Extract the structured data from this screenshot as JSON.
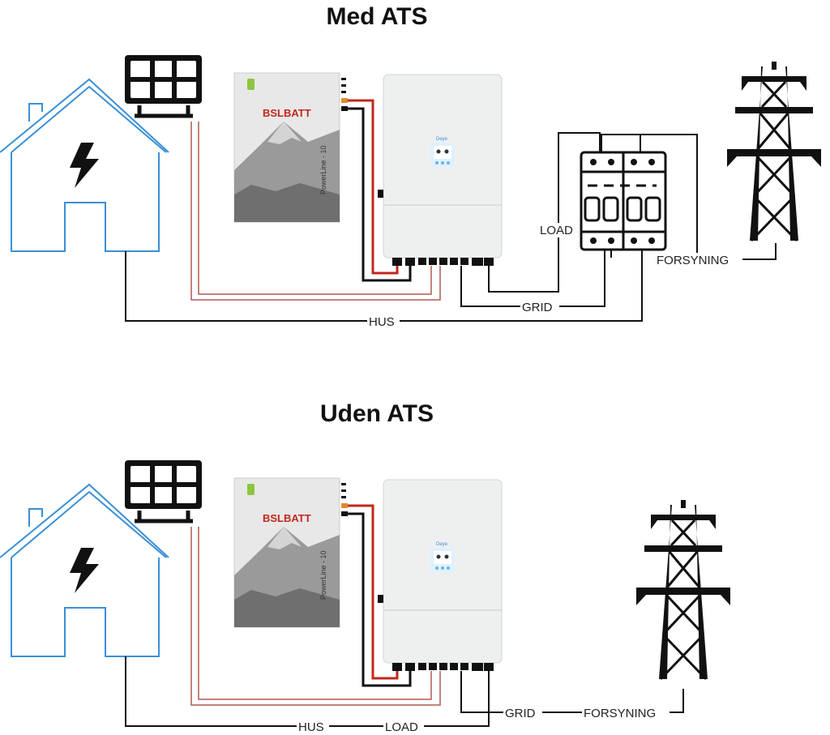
{
  "top": {
    "title": "Med ATS",
    "labels": {
      "load": "LOAD",
      "forsyning": "FORSYNING",
      "grid": "GRID",
      "hus": "HUS"
    }
  },
  "bottom": {
    "title": "Uden ATS",
    "labels": {
      "grid": "GRID",
      "forsyning": "FORSYNING",
      "hus": "HUS",
      "load": "LOAD"
    }
  },
  "battery": {
    "brand": "BSLBATT",
    "model": "PowerLine - 10"
  },
  "colors": {
    "house": "#3a8fd6",
    "dc_positive": "#c0281c",
    "pv_wire": "#b05a50",
    "wire": "#111111",
    "inverter_body": "#eef0f0",
    "battery_body": "#e8e8e8"
  },
  "icons": [
    "house-icon",
    "lightning-icon",
    "solar-panel-icon",
    "battery-unit",
    "inverter-unit",
    "ats-breaker-icon",
    "power-pylon-icon"
  ]
}
